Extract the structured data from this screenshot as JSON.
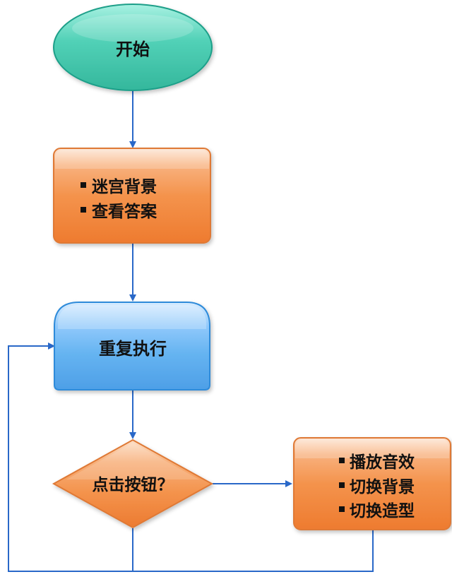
{
  "flowchart": {
    "start": {
      "label": "开始"
    },
    "setup": {
      "items": [
        {
          "label": "迷宫背景"
        },
        {
          "label": "查看答案"
        }
      ]
    },
    "loop": {
      "label": "重复执行"
    },
    "decision": {
      "label": "点击按钮？"
    },
    "actions": {
      "items": [
        {
          "label": "播放音效"
        },
        {
          "label": "切换背景"
        },
        {
          "label": "切换造型"
        }
      ]
    }
  },
  "colors": {
    "start_fill": "#52d1b7",
    "process_fill": "#f4934c",
    "loop_fill": "#66b4f1",
    "decision_fill": "#f4934c",
    "arrow": "#2968c8",
    "text": "#111111"
  }
}
